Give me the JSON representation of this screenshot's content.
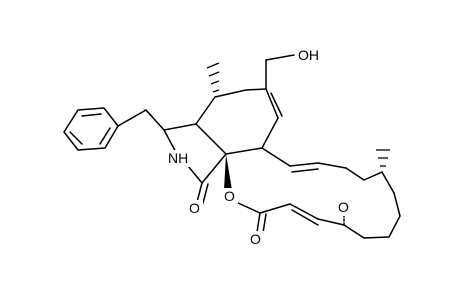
{
  "labels": {
    "oh_top": "OH",
    "nh": "NH",
    "oh_bridge": "O",
    "carbonyl_o": "O",
    "ester_o": "O",
    "oh_ring": "O"
  },
  "molecule": {
    "colors": {
      "bond": "#000000",
      "background": "#ffffff",
      "text": "#000000"
    }
  }
}
